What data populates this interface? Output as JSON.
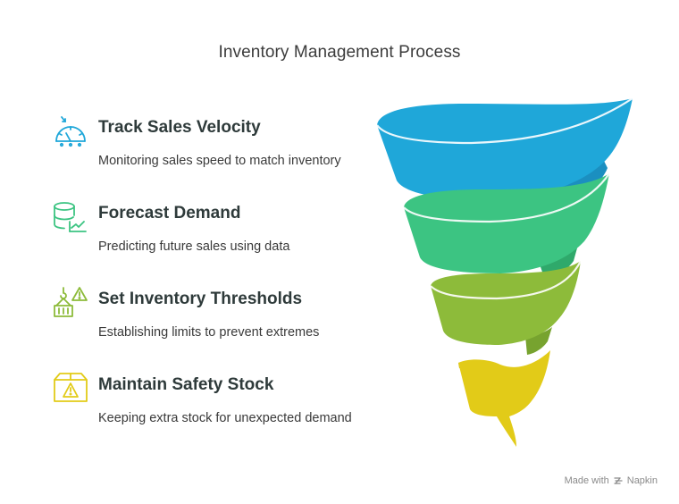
{
  "title": "Inventory Management Process",
  "steps": [
    {
      "heading": "Track Sales Velocity",
      "description": "Monitoring sales speed to match inventory",
      "icon": "speedometer-icon",
      "color": "#1fa7d9"
    },
    {
      "heading": "Forecast Demand",
      "description": "Predicting future sales using data",
      "icon": "database-chart-icon",
      "color": "#3cc482"
    },
    {
      "heading": "Set Inventory Thresholds",
      "description": "Establishing limits to prevent extremes",
      "icon": "crane-warning-icon",
      "color": "#8dbb3a"
    },
    {
      "heading": "Maintain Safety Stock",
      "description": "Keeping extra stock for unexpected demand",
      "icon": "box-warning-icon",
      "color": "#e2cb18"
    }
  ],
  "brand": {
    "made_with": "Made with",
    "name": "Napkin"
  }
}
